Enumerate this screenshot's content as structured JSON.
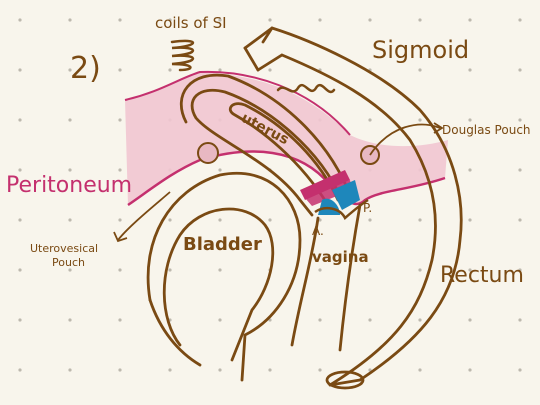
{
  "figure": {
    "number": "2)",
    "labels": {
      "coils": "coils of SI",
      "sigmoid": "Sigmoid",
      "douglas": "Douglas Pouch",
      "uterus": "uterus",
      "peritoneum": "Peritoneum",
      "bladder": "Bladder",
      "vagina": "vagina",
      "uterovesical_line1": "Uterovesical",
      "uterovesical_line2": "Pouch",
      "rectum": "Rectum",
      "anterior": "A.",
      "posterior": "P."
    }
  },
  "colors": {
    "paper": "#f8f5ec",
    "dots": "#bdb9ae",
    "ink_brown": "#7a4a13",
    "peritoneum_fill": "#f1c7d2",
    "peritoneum_line": "#c4306e",
    "fornix_magenta": "#c4306e",
    "fornix_blue": "#1e87bb"
  }
}
